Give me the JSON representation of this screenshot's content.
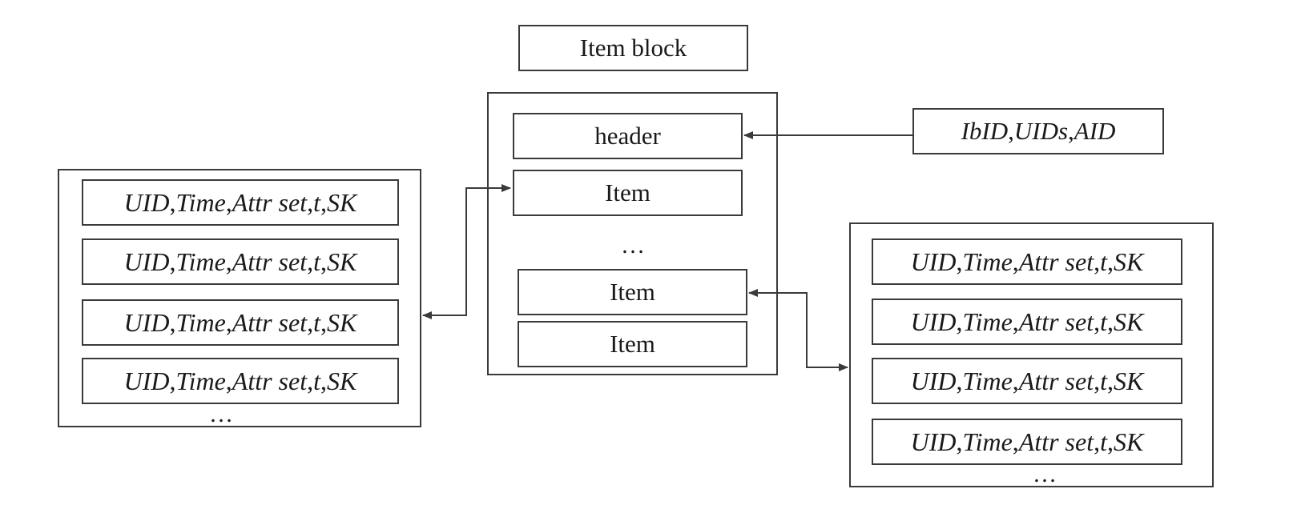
{
  "title": "Item block",
  "block": {
    "header": "header",
    "items": [
      "Item",
      "Item",
      "Item"
    ],
    "ellipsis": "…"
  },
  "header_fields": {
    "a": "IbID",
    "b": "UIDs",
    "c": "AID",
    "sep": ", "
  },
  "record": {
    "uid": "UID",
    "time": "Time",
    "attr": "Attr set",
    "t": "t",
    "sk": "SK",
    "sep": ", "
  },
  "left_group": {
    "ellipsis": "…"
  },
  "right_group": {
    "ellipsis": "…"
  },
  "colors": {
    "stroke": "#3a3a3a",
    "text": "#1a1a1a"
  }
}
